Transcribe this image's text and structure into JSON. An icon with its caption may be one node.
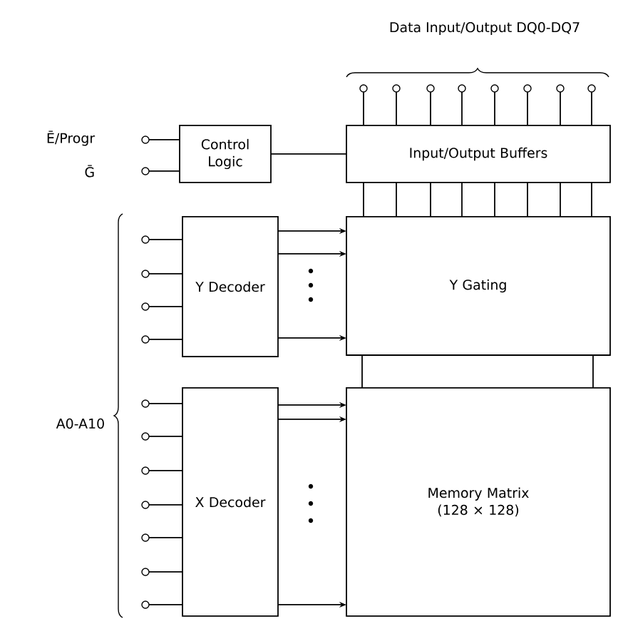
{
  "diagram": {
    "nodes": [
      {
        "text": [],
        "shape": "circle"
      },
      {
        "text": [],
        "shape": "circle"
      },
      {
        "text": [],
        "shape": "circle"
      },
      {
        "text": [],
        "shape": "circle"
      },
      {
        "text": [],
        "shape": "circle"
      },
      {
        "text": [],
        "shape": "circle"
      },
      {
        "text": [],
        "shape": "circle"
      },
      {
        "text": [],
        "shape": "circle"
      },
      {
        "text": [],
        "shape": "circle"
      },
      {
        "text": [],
        "shape": "circle"
      },
      {
        "text": [
          "Control Logic"
        ]
      },
      {
        "text": [
          "Input/Output Buffers"
        ]
      },
      {
        "text": [],
        "shape": "circle"
      },
      {
        "text": [],
        "shape": "circle"
      },
      {
        "text": [],
        "shape": "circle"
      },
      {
        "text": [],
        "shape": "circle"
      },
      {
        "text": [
          "Y Decoder"
        ]
      },
      {
        "text": [
          "Y Gating"
        ]
      },
      {
        "text": [],
        "shape": "circle"
      },
      {
        "text": [],
        "shape": "circle"
      },
      {
        "text": [],
        "shape": "circle"
      },
      {
        "text": [],
        "shape": "circle"
      },
      {
        "text": [],
        "shape": "circle"
      },
      {
        "text": [],
        "shape": "circle"
      },
      {
        "text": [],
        "shape": "circle"
      },
      {
        "text": [
          "X Decoder"
        ]
      },
      {
        "text": [
          "Memory Matrix (128 × 128)"
        ]
      }
    ],
    "edges": [
      {
        "from": 0,
        "to": 11,
        "arrow": "none"
      },
      {
        "from": 1,
        "to": 11,
        "arrow": "none"
      },
      {
        "from": 2,
        "to": 11,
        "arrow": "none"
      },
      {
        "from": 3,
        "to": 11,
        "arrow": "none"
      },
      {
        "from": 4,
        "to": 11,
        "arrow": "none"
      },
      {
        "from": 5,
        "to": 11,
        "arrow": "none"
      },
      {
        "from": 6,
        "to": 11,
        "arrow": "none"
      },
      {
        "from": 7,
        "to": 11,
        "arrow": "none"
      },
      {
        "from": 8,
        "to": 10,
        "arrow": "none"
      },
      {
        "from": 9,
        "to": 10,
        "arrow": "none"
      },
      {
        "from": 10,
        "to": 11,
        "arrow": "none"
      },
      {
        "from": 11,
        "to": 17,
        "arrow": "none"
      },
      {
        "from": 11,
        "to": 17,
        "arrow": "none"
      },
      {
        "from": 11,
        "to": 17,
        "arrow": "none"
      },
      {
        "from": 11,
        "to": 17,
        "arrow": "none"
      },
      {
        "from": 11,
        "to": 17,
        "arrow": "none"
      },
      {
        "from": 11,
        "to": 17,
        "arrow": "none"
      },
      {
        "from": 11,
        "to": 17,
        "arrow": "none"
      },
      {
        "from": 11,
        "to": 17,
        "arrow": "none"
      },
      {
        "from": 12,
        "to": 16,
        "arrow": "none"
      },
      {
        "from": 13,
        "to": 16,
        "arrow": "none"
      },
      {
        "from": 14,
        "to": 16,
        "arrow": "none"
      },
      {
        "from": 15,
        "to": 16,
        "arrow": "none"
      },
      {
        "from": 16,
        "to": 17,
        "arrow": "to"
      },
      {
        "from": 16,
        "to": 17,
        "arrow": "to"
      },
      {
        "from": 16,
        "to": 17,
        "arrow": "to"
      },
      {
        "from": 17,
        "to": 26,
        "arrow": "none"
      },
      {
        "from": 17,
        "to": 26,
        "arrow": "none"
      },
      {
        "from": 18,
        "to": 25,
        "arrow": "none"
      },
      {
        "from": 19,
        "to": 25,
        "arrow": "none"
      },
      {
        "from": 20,
        "to": 25,
        "arrow": "none"
      },
      {
        "from": 21,
        "to": 25,
        "arrow": "none"
      },
      {
        "from": 22,
        "to": 25,
        "arrow": "none"
      },
      {
        "from": 23,
        "to": 25,
        "arrow": "none"
      },
      {
        "from": 24,
        "to": 25,
        "arrow": "none"
      },
      {
        "from": 25,
        "to": 26,
        "arrow": "to"
      },
      {
        "from": 25,
        "to": 26,
        "arrow": "to"
      },
      {
        "from": 25,
        "to": 26,
        "arrow": "to"
      }
    ],
    "labels": [
      "Data Input/Output DQ0-DQ7",
      "Ē/Progr",
      "Ḡ",
      "A0-A10"
    ]
  }
}
